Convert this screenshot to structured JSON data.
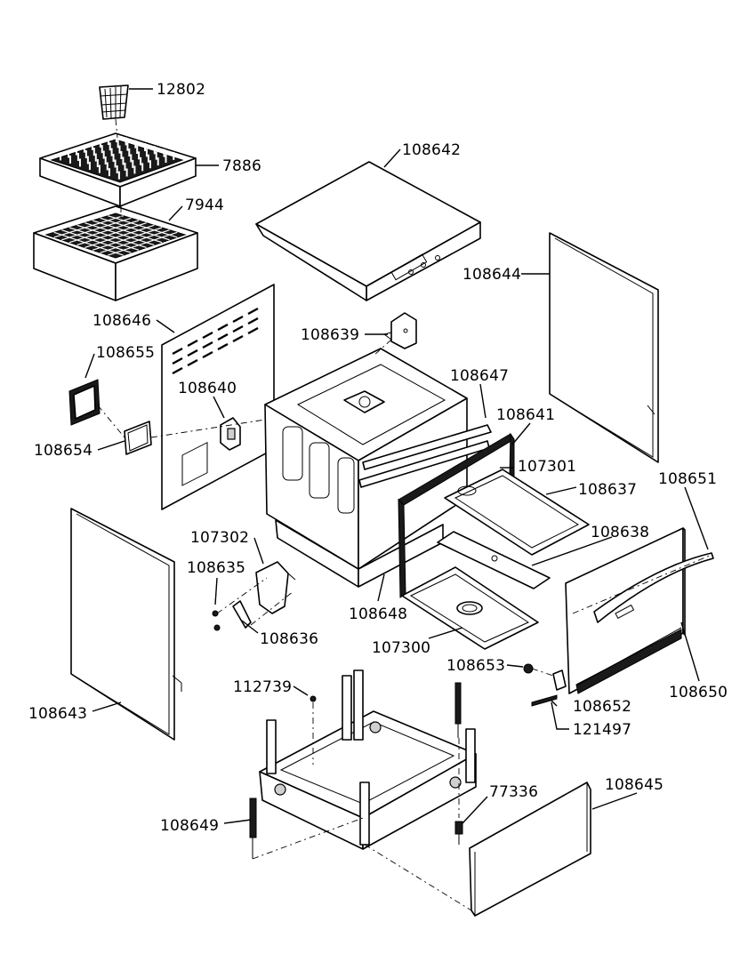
{
  "labels": {
    "p12802": "12802",
    "p7886": "7886",
    "p7944": "7944",
    "p108642": "108642",
    "p108644": "108644",
    "p108646": "108646",
    "p108655": "108655",
    "p108639": "108639",
    "p108647": "108647",
    "p108640": "108640",
    "p108641": "108641",
    "p108654": "108654",
    "p107301": "107301",
    "p108637": "108637",
    "p108651": "108651",
    "p107302": "107302",
    "p108638": "108638",
    "p108635": "108635",
    "p108648": "108648",
    "p108636": "108636",
    "p107300": "107300",
    "p108653": "108653",
    "p108650": "108650",
    "p112739": "112739",
    "p108652": "108652",
    "p108643": "108643",
    "p121497": "121497",
    "p77336": "77336",
    "p108645": "108645",
    "p108649": "108649"
  }
}
